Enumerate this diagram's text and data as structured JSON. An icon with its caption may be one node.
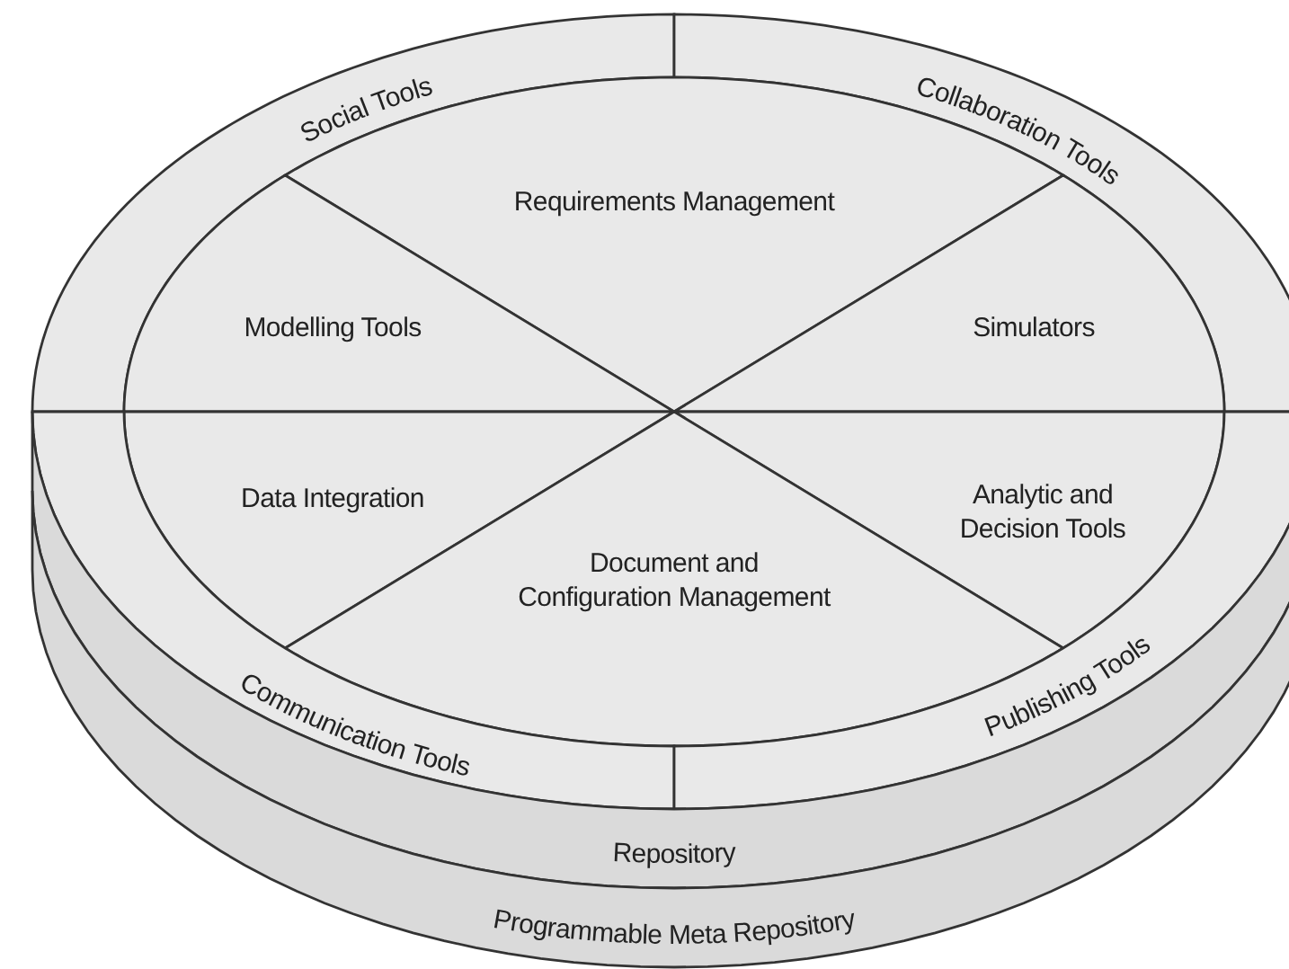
{
  "diagram": {
    "nodes": [
      {
        "text": [
          "Social Tools"
        ]
      },
      {
        "text": [
          "Collaboration Tools"
        ]
      },
      {
        "text": [
          "Requirements Management"
        ]
      },
      {
        "text": [
          "Modelling Tools"
        ]
      },
      {
        "text": [
          "Simulators"
        ]
      },
      {
        "text": [
          "Data Integration"
        ]
      },
      {
        "text": [
          "Analytic and Decision Tools"
        ]
      },
      {
        "text": [
          "Document and Configuration Management"
        ]
      },
      {
        "text": [
          "Communication Tools"
        ]
      },
      {
        "text": [
          "Publishing Tools"
        ]
      },
      {
        "text": [
          "Repository"
        ]
      },
      {
        "text": [
          "Programmable Meta Repository"
        ]
      }
    ]
  }
}
